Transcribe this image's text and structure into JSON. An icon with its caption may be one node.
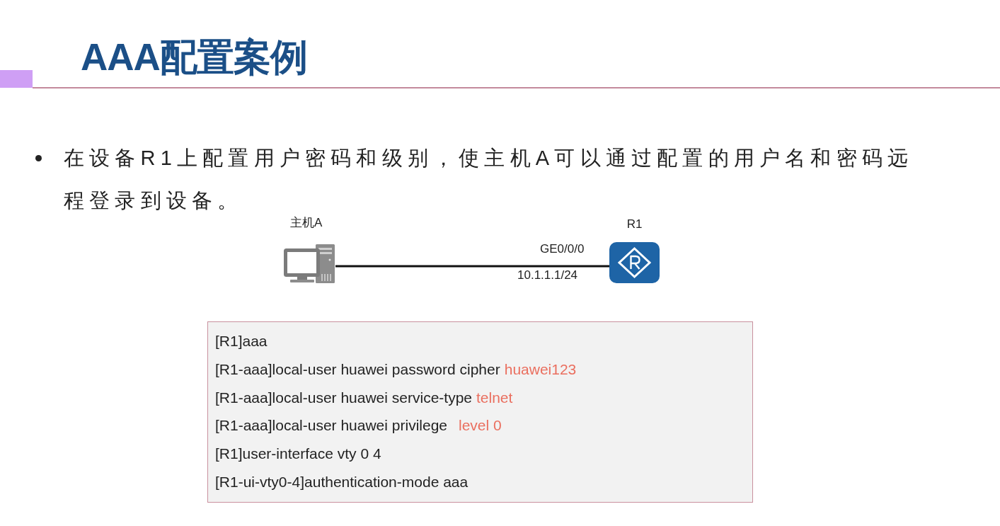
{
  "diagram": {
    "title": "AAA配置案例",
    "nodes": [
      {
        "text": [
          "主机A"
        ]
      },
      {
        "text": [
          "R1"
        ],
        "beside": [
          "GE0/0/0",
          "10.1.1.1/24"
        ]
      },
      {
        "text": [
          "[R1]aaa",
          "[R1-aaa]local-user huawei password cipher",
          "huawei123",
          "[R1-aaa]local-user huawei service-type",
          "telnet",
          "[R1-aaa]local-user huawei privilege",
          "level 0",
          "[R1]user-interface vty 0 4",
          "[R1-ui-vty0-4]authentication-mode aaa"
        ]
      }
    ],
    "edges": [
      {
        "from": 0,
        "to": 1,
        "arrow": "none"
      }
    ],
    "labels": [
      "在设备R1上配置用户密码和级别，使主机A可以通过配置的用户名和密码远程登录到设备。"
    ]
  }
}
